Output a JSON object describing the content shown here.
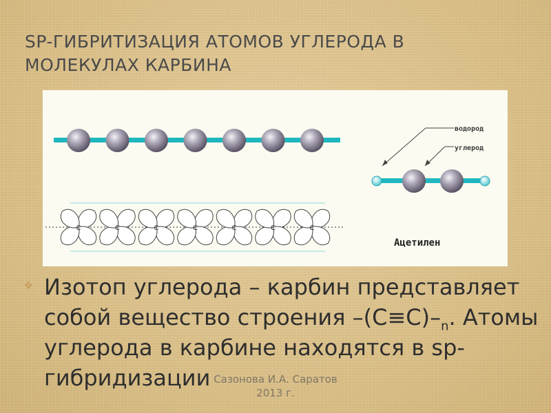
{
  "slide": {
    "title_line1": "SP-ГИБРИТИЗАЦИЯ АТОМОВ УГЛЕРОДА В",
    "title_line2": "МОЛЕКУЛАХ КАРБИНА"
  },
  "figure": {
    "label_hydrogen": "водород",
    "label_carbon": "углерод",
    "label_acetylene": "Ацетилен",
    "orbital_atom_label": "C",
    "chain_atom_count": 7
  },
  "content": {
    "para_part1": "Изотоп углерода – карбин представляет собой вещество строения –(С≡С)–",
    "para_sub": "n",
    "para_part2": ". Атомы углерода в карбине находятся в sp-гибридизации"
  },
  "footer": {
    "line1": "Сазонова И.А. Саратов",
    "line2": "2013 г."
  },
  "colors": {
    "bond": "#1fb7bf",
    "atom": "#8c8496",
    "label": "#3a3a3a"
  }
}
